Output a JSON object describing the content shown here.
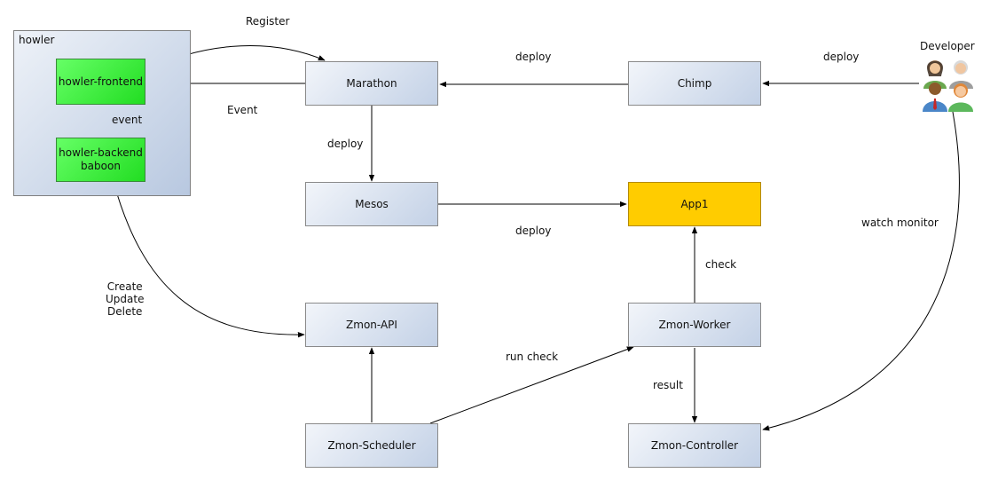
{
  "group": {
    "label": "howler"
  },
  "nodes": {
    "howler_frontend": "howler-frontend",
    "howler_backend": "howler-backend\nbaboon",
    "marathon": "Marathon",
    "chimp": "Chimp",
    "mesos": "Mesos",
    "app1": "App1",
    "zmon_api": "Zmon-API",
    "zmon_worker": "Zmon-Worker",
    "zmon_scheduler": "Zmon-Scheduler",
    "zmon_controller": "Zmon-Controller"
  },
  "actor": {
    "label": "Developer",
    "icon": "people-group-icon"
  },
  "edge_labels": {
    "register": "Register",
    "event_upper": "Event",
    "event_lower": "event",
    "deploy_marathon": "deploy",
    "deploy_chimp": "deploy",
    "deploy_mesos": "deploy",
    "deploy_app": "deploy",
    "watch_monitor": "watch monitor",
    "crud": "Create\nUpdate\nDelete",
    "check": "check",
    "run_check": "run check",
    "result": "result"
  },
  "colors": {
    "node_gradient_start": "#f2f5fa",
    "node_gradient_end": "#c3d1e6",
    "green": "#33ee33",
    "yellow": "#ffcc00",
    "edge": "#000000"
  }
}
